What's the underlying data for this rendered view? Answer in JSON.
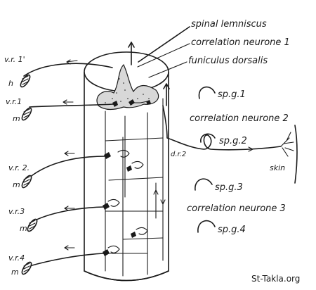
{
  "labels": {
    "spinal_lemniscus": "spinal lemniscus",
    "correlation_neurone_1": "correlation neurone 1",
    "funiculus_dorsalis": "funiculus dorsalis",
    "correlation_neurone_2": "correlation neurone 2",
    "correlation_neurone_3": "correlation neurone 3",
    "dr2": "d.r.2",
    "skin": "skin",
    "ganglia": [
      "sp.g.1",
      "sp.g.2",
      "sp.g.3",
      "sp.g.4"
    ],
    "ventral_roots": [
      {
        "root": "v.r. 1'",
        "muscle": "h"
      },
      {
        "root": "v.r.1",
        "muscle": "m"
      },
      {
        "root": "v.r. 2.",
        "muscle": "m"
      },
      {
        "root": "v.r.3",
        "muscle": "m"
      },
      {
        "root": "v.r.4",
        "muscle": "m"
      }
    ]
  },
  "watermark": "St-Takla.org"
}
